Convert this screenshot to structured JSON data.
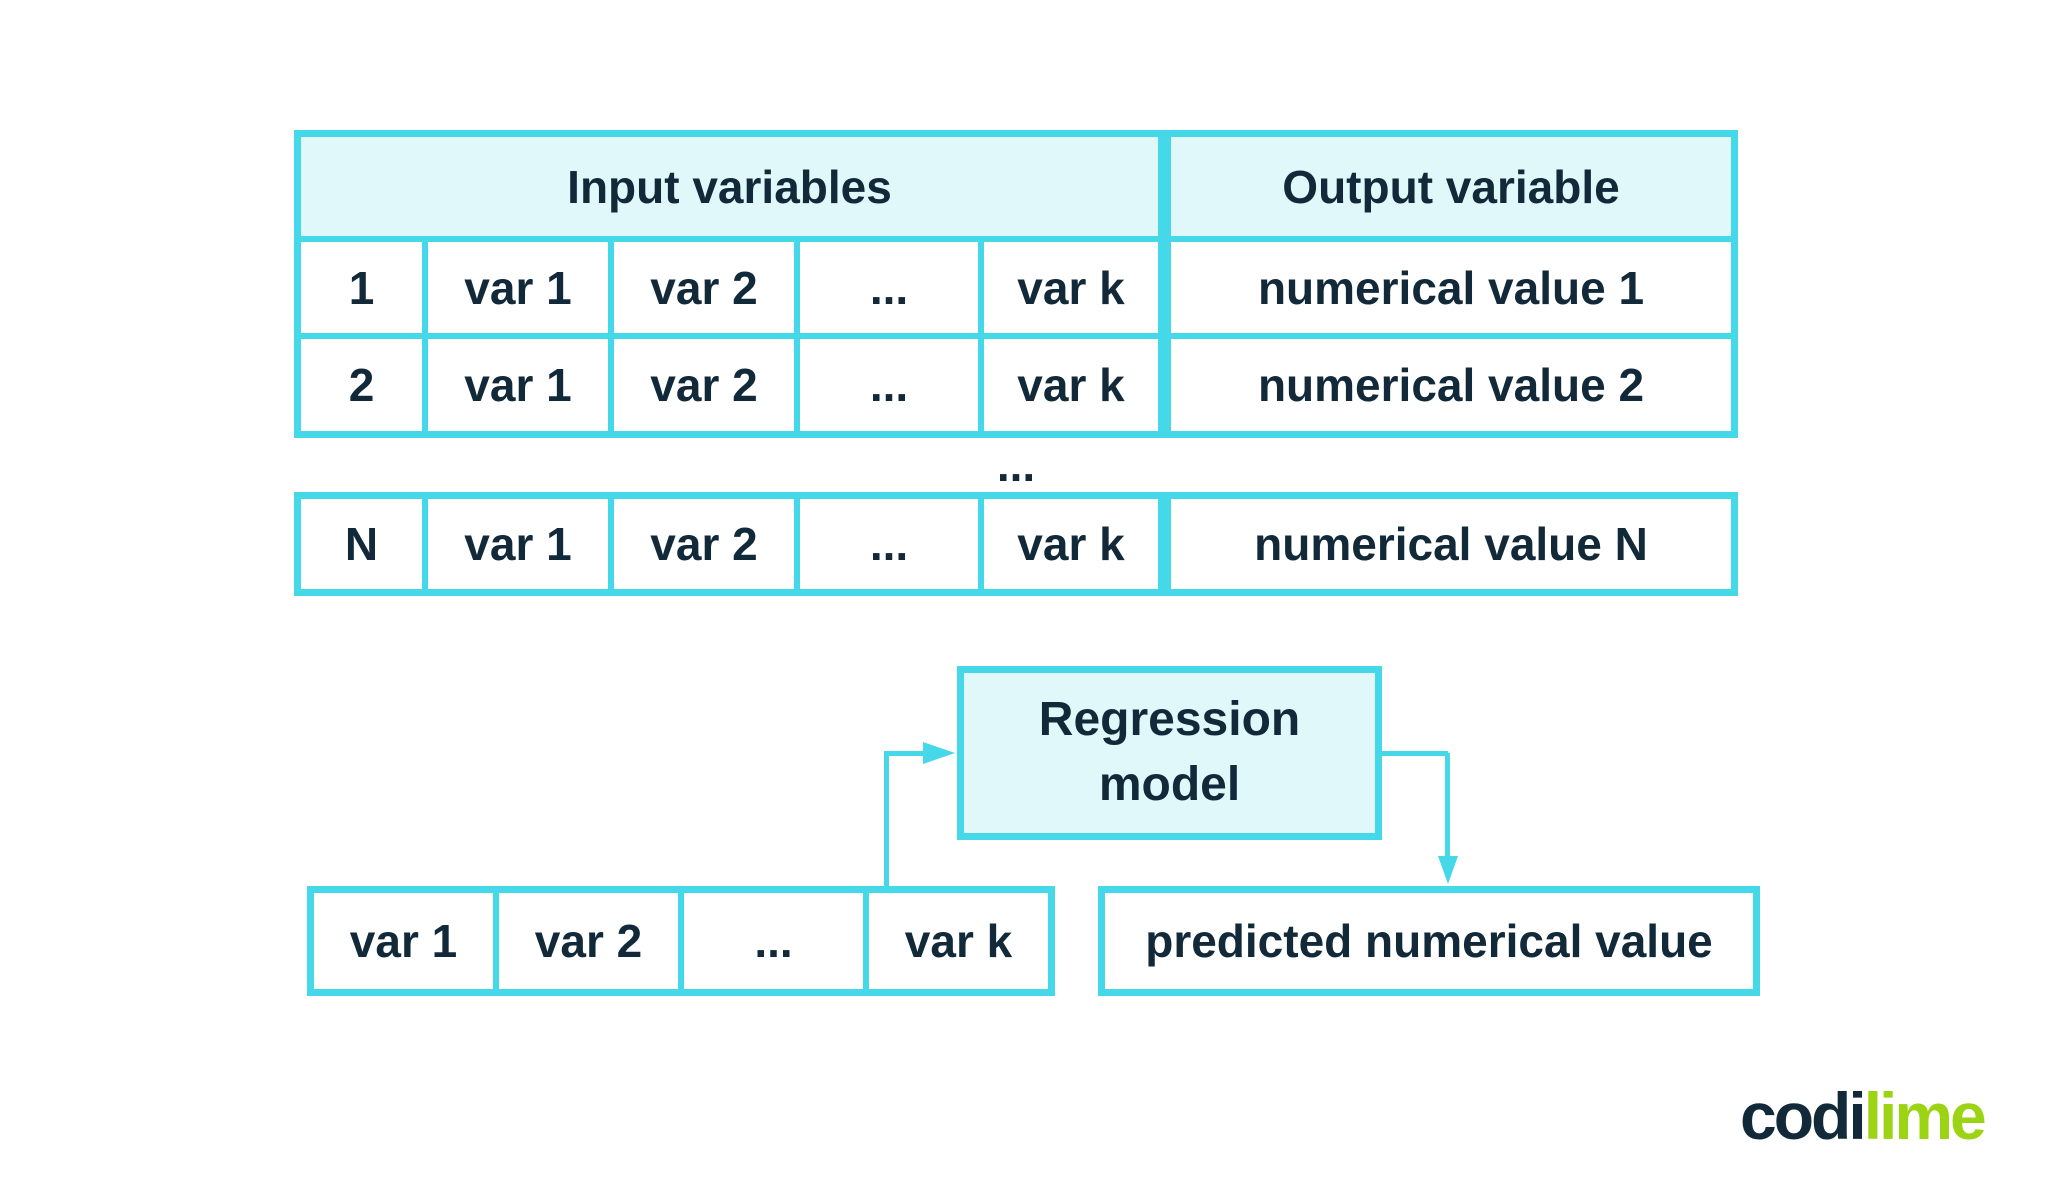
{
  "colors": {
    "border_cyan": "#45D8E8",
    "header_fill": "#E1F8FB",
    "text_navy": "#12293A",
    "logo_lime": "#9CD313",
    "background": "#FFFFFF"
  },
  "table": {
    "header": {
      "input": "Input variables",
      "output": "Output variable"
    },
    "rows": [
      {
        "index": "1",
        "vars": [
          "var 1",
          "var 2",
          "...",
          "var k"
        ],
        "output": "numerical value 1"
      },
      {
        "index": "2",
        "vars": [
          "var 1",
          "var 2",
          "...",
          "var k"
        ],
        "output": "numerical value 2"
      }
    ],
    "row_separator": "...",
    "last_row": {
      "index": "N",
      "vars": [
        "var 1",
        "var 2",
        "...",
        "var k"
      ],
      "output": "numerical value N"
    }
  },
  "flow": {
    "model": {
      "line1": "Regression",
      "line2": "model"
    },
    "inputs": [
      "var 1",
      "var 2",
      "...",
      "var k"
    ],
    "output": "predicted numerical value"
  },
  "logo": {
    "first": "codi",
    "second": "lime"
  }
}
